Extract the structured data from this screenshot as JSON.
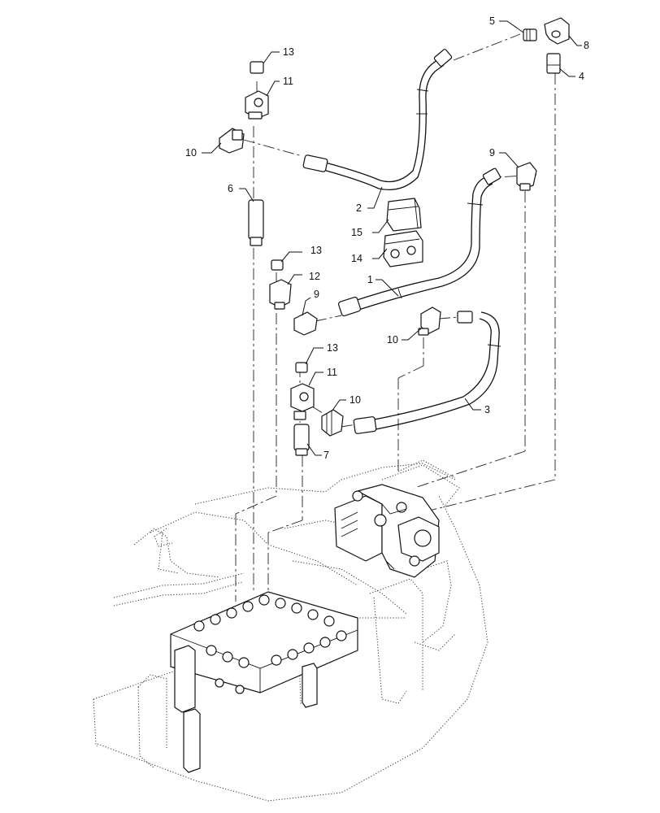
{
  "callouts": [
    {
      "id": "c5",
      "label": "5"
    },
    {
      "id": "c8",
      "label": "8"
    },
    {
      "id": "c4",
      "label": "4"
    },
    {
      "id": "c13a",
      "label": "13"
    },
    {
      "id": "c11a",
      "label": "11"
    },
    {
      "id": "c10a",
      "label": "10"
    },
    {
      "id": "c2",
      "label": "2"
    },
    {
      "id": "c9a",
      "label": "9"
    },
    {
      "id": "c6",
      "label": "6"
    },
    {
      "id": "c15",
      "label": "15"
    },
    {
      "id": "c14",
      "label": "14"
    },
    {
      "id": "c13b",
      "label": "13"
    },
    {
      "id": "c12",
      "label": "12"
    },
    {
      "id": "c1",
      "label": "1"
    },
    {
      "id": "c9b",
      "label": "9"
    },
    {
      "id": "c10b",
      "label": "10"
    },
    {
      "id": "c13c",
      "label": "13"
    },
    {
      "id": "c11b",
      "label": "11"
    },
    {
      "id": "c10c",
      "label": "10"
    },
    {
      "id": "c3",
      "label": "3"
    },
    {
      "id": "c7",
      "label": "7"
    }
  ]
}
